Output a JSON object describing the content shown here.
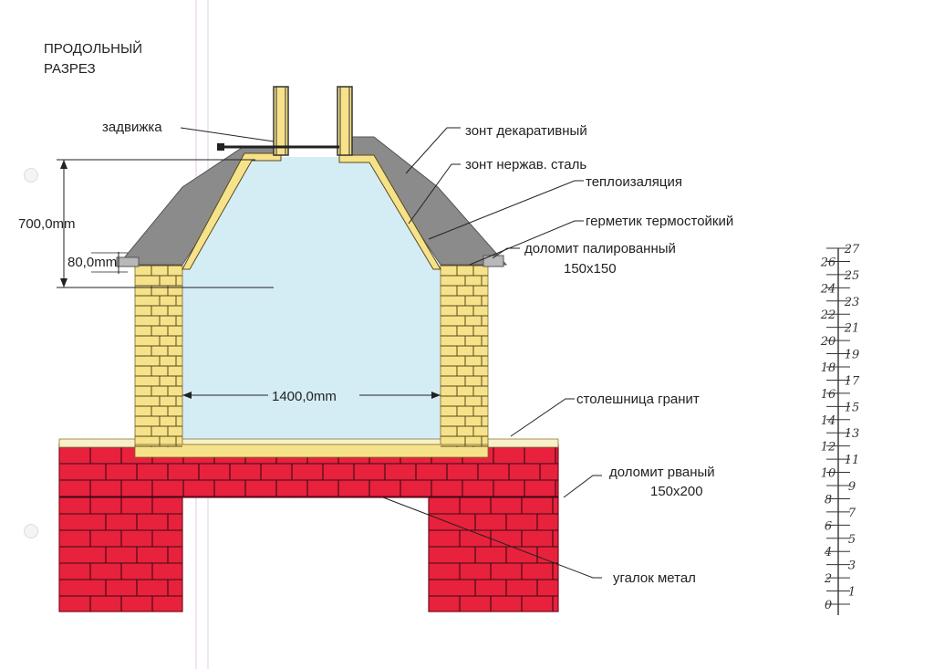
{
  "title": {
    "line1": "ПРОДОЛЬНЫЙ",
    "line2": "РАЗРЕЗ"
  },
  "dimensions": {
    "height": "700,0mm",
    "ledge": "80,0mm",
    "width": "1400,0mm"
  },
  "callouts": {
    "damper": "задвижка",
    "hood_decor": "зонт декаративный",
    "hood_steel": "зонт нержав. сталь",
    "insulation": "теплоизаляция",
    "sealant": "герметик термостойкий",
    "dolomite_polished": "доломит палированный",
    "dolomite_polished_size": "150х150",
    "countertop": "столешница гранит",
    "dolomite_rough": "доломит рваный",
    "dolomite_rough_size": "150х200",
    "angle": "угалок метал"
  },
  "scale_left": [
    "0",
    "2",
    "4",
    "6",
    "8",
    "10",
    "12",
    "14",
    "16",
    "18",
    "20",
    "22",
    "24",
    "26"
  ],
  "scale_right": [
    "1",
    "3",
    "5",
    "7",
    "9",
    "11",
    "13",
    "15",
    "17",
    "19",
    "21",
    "23",
    "25",
    "27"
  ],
  "colors": {
    "yellow_brick": "#f6e28a",
    "red_brick": "#e8213d",
    "chamber": "#d4edf5",
    "hood": "#8b8b8b",
    "countertop": "#f7f0c8"
  }
}
